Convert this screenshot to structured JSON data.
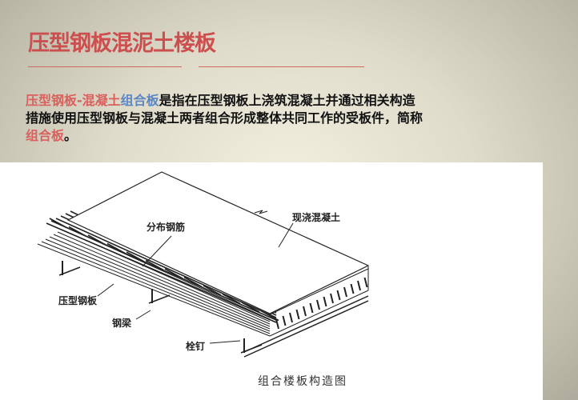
{
  "slide": {
    "title": "压型钢板混泥土楼板",
    "paragraph": {
      "term_red": "压型钢板-混凝土",
      "term_blue": "组合板",
      "text_line1": "是指在压型钢板上浇筑混凝土并通过相关构造",
      "text_line2": "措施使用压型钢板与混凝土两者组合形成整体共同工作的受板件，简称",
      "short_name": "组合板",
      "end": "。"
    }
  },
  "figure": {
    "labels": {
      "rebar": "分布钢筋",
      "concrete": "现浇混凝土",
      "deck": "压型钢板",
      "beam": "钢梁",
      "stud": "栓钉"
    },
    "caption": "组合楼板构造图"
  },
  "colors": {
    "title": "#cb4f4f",
    "highlight_red": "#d9605c",
    "highlight_blue": "#5b86c2"
  }
}
